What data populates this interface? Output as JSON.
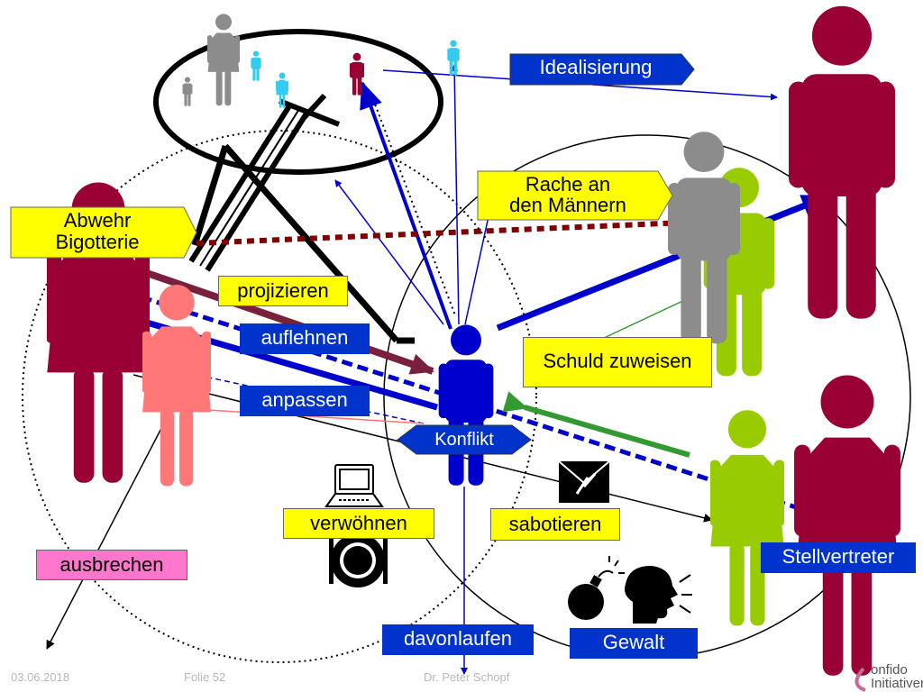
{
  "labels": {
    "idealisierung": "Idealisierung",
    "rache_line1": "Rache an",
    "rache_line2": "den Männern",
    "abwehr_line1": "Abwehr",
    "abwehr_line2": "Bigotterie",
    "projizieren": "projizieren",
    "auflehnen": "auflehnen",
    "anpassen": "anpassen",
    "konflikt": "Konflikt",
    "schuld_zuweisen": "Schuld zuweisen",
    "verwoehnen": "verwöhnen",
    "sabotieren": "sabotieren",
    "ausbrechen": "ausbrechen",
    "stellvertreter": "Stellvertreter",
    "davonlaufen": "davonlaufen",
    "gewalt": "Gewalt"
  },
  "footer": {
    "date": "03.06.2018",
    "slide": "Folie 52",
    "author": "Dr. Peter Schopf",
    "logo_text_1": "onfido",
    "logo_text_2": "Initiativen"
  },
  "colors": {
    "dark_red": "#990033",
    "grey": "#8c8c8c",
    "lime": "#99cc00",
    "salmon": "#ff7777",
    "blue": "#0000cc",
    "cyan": "#33ccee",
    "yellow": "#ffff00",
    "pink": "#ff77cc",
    "brown_dotted": "#800000",
    "green_arrow": "#339933"
  }
}
